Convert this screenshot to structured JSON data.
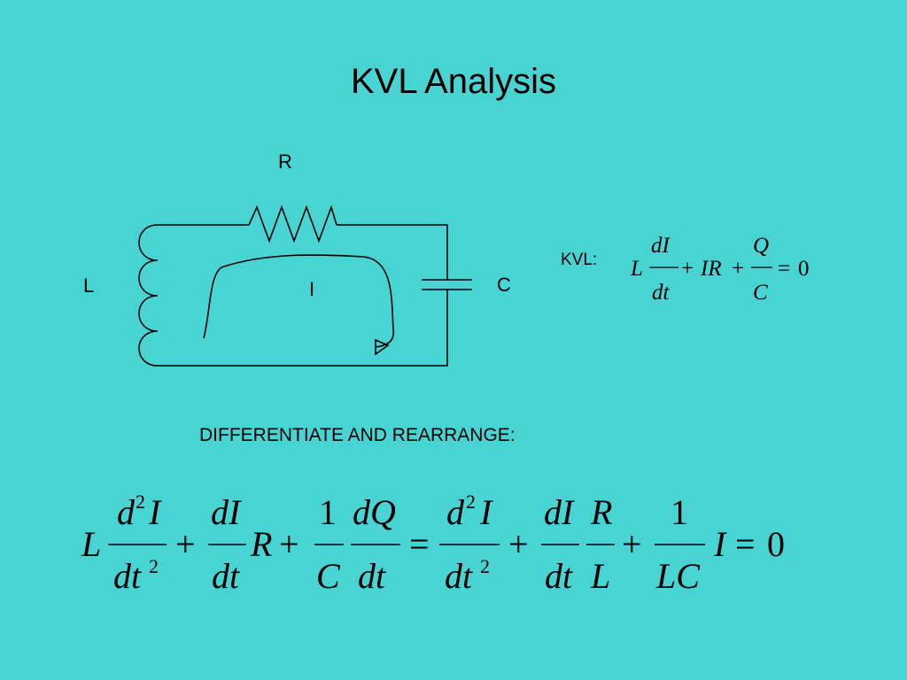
{
  "slide": {
    "title": "KVL  Analysis",
    "background_color": "#48D4D3"
  },
  "circuit": {
    "resistor_label": "R",
    "inductor_label": "L",
    "capacitor_label": "C",
    "current_label": "I"
  },
  "kvl": {
    "label": "KVL:",
    "equation": {
      "L": "L",
      "dI": "dI",
      "dt": "dt",
      "plus": "+",
      "IR": "IR",
      "Q": "Q",
      "C": "C",
      "eq": "=",
      "zero": "0"
    }
  },
  "rearrange": {
    "heading": "DIFFERENTIATE AND REARRANGE:",
    "equation": {
      "L": "L",
      "d": "d",
      "two": "2",
      "I": "I",
      "dt": "dt",
      "dI": "dI",
      "R": "R",
      "one": "1",
      "C": "C",
      "dQ": "dQ",
      "LC": "LC",
      "plus": "+",
      "eq": "=",
      "zero": "0"
    }
  }
}
